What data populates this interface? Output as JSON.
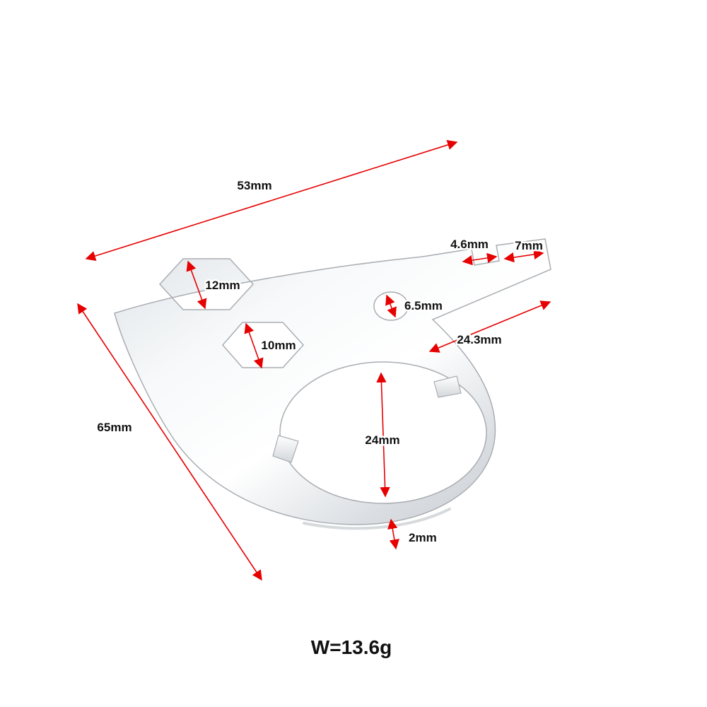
{
  "page": {
    "background": "#ffffff"
  },
  "diagram": {
    "type": "product-dimension-diagram",
    "subject": "multi-size bicycle hub wrench tool (chrome flat spanner)",
    "accent_color": "#e60000",
    "text_color": "#111111",
    "weight_text": "W=13.6g",
    "labels": {
      "overall_width": "53mm",
      "overall_length": "65mm",
      "hex_hole_large": "12mm",
      "hex_hole_small": "10mm",
      "round_hole": "6.5mm",
      "notch_width": "4.6mm",
      "tab_width": "7mm",
      "arm_length": "24.3mm",
      "big_opening": "24mm",
      "thickness": "2mm"
    }
  }
}
